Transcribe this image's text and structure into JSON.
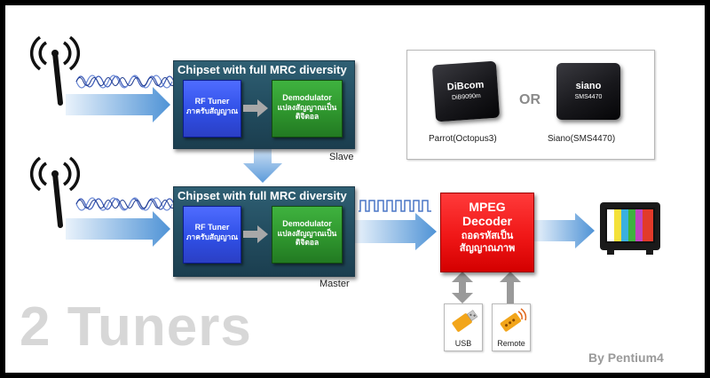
{
  "diagram": {
    "title_big": "2 Tuners",
    "credit": "By Pentium4",
    "slave": {
      "chip_title": "Chipset with full MRC diversity",
      "rf_title": "RF Tuner",
      "rf_sub": "ภาครับสัญญาณ",
      "demod_title": "Demodulator",
      "demod_sub1": "แปลงสัญญาณเป็น",
      "demod_sub2": "ดิจิตอล",
      "label": "Slave"
    },
    "master": {
      "chip_title": "Chipset with full MRC diversity",
      "rf_title": "RF Tuner",
      "rf_sub": "ภาครับสัญญาณ",
      "demod_title": "Demodulator",
      "demod_sub1": "แปลงสัญญาณเป็น",
      "demod_sub2": "ดิจิตอล",
      "label": "Master"
    },
    "decoder": {
      "line1": "MPEG",
      "line2": "Decoder",
      "line3": "ถอดรหัสเป็น",
      "line4": "สัญญาณภาพ"
    },
    "chip_options": {
      "left_brand": "DiBcom",
      "left_part": "DiB9090m",
      "left_caption": "Parrot(Octopus3)",
      "or": "OR",
      "right_brand": "siano",
      "right_part": "SMS4470",
      "right_caption": "Siano(SMS4470)"
    },
    "devices": {
      "usb": "USB",
      "remote": "Remote"
    }
  }
}
